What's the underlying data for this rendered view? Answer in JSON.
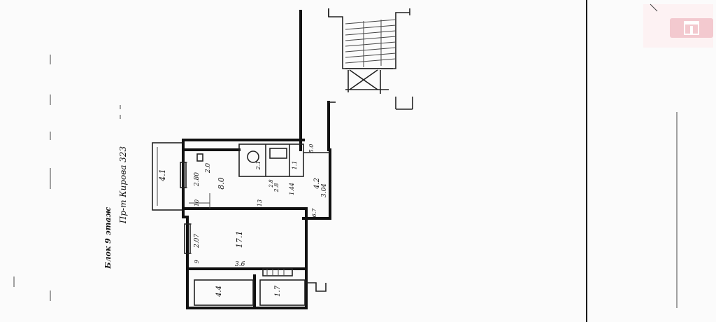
{
  "header_note": {
    "line1": "Блок 9 этаж",
    "line2": "Пр-т Кирова 323"
  },
  "rooms": {
    "balcony": "4.1",
    "kitchen": "8.0",
    "room": "17.1",
    "store_left": "4.4",
    "store_right": "1.7",
    "hall": "4.2",
    "bath": "2.1",
    "wc": "1.1"
  },
  "dimensions": {
    "kitchen_width": "2.80",
    "kitchen_depth": "2.0",
    "kitchen_side": "10",
    "room_width": "2.07",
    "room_side": "9",
    "room_length": "3.6",
    "hall_side": "13",
    "hall_width": "2.8",
    "hall_len": "1.44",
    "hall_total": "3.04",
    "top_right": "5.0",
    "bottom_right": "6.7",
    "bath_dim": "2.8"
  },
  "colors": {
    "logo_bg": "#f3c9cf",
    "wall": "#111111"
  }
}
